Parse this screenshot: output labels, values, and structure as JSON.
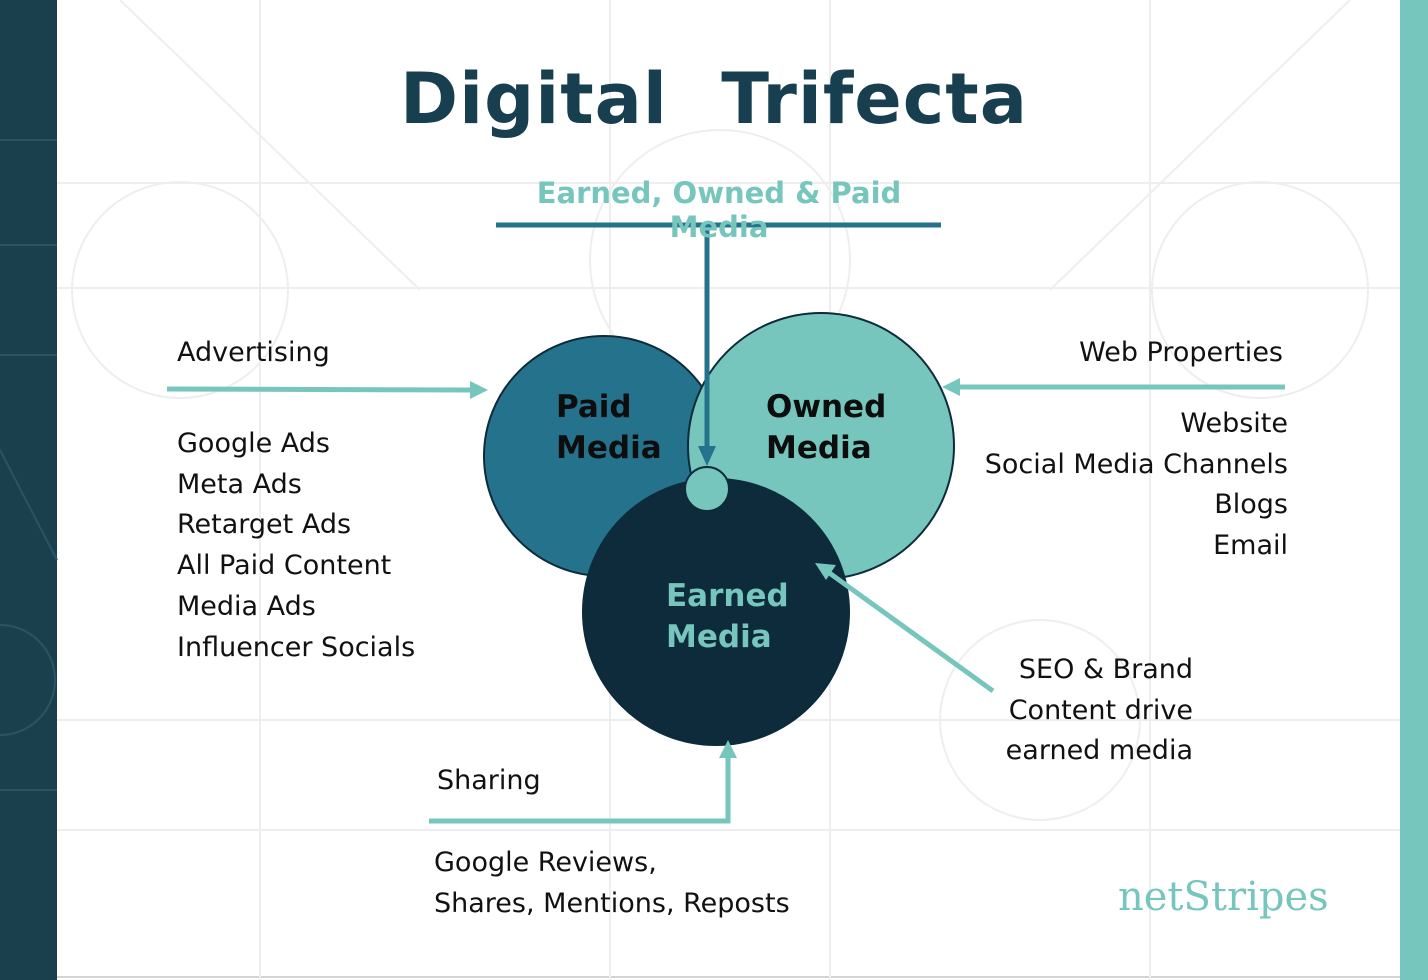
{
  "title": "Digital  Trifecta",
  "subtitle": "Earned, Owned & Paid Media",
  "paid": {
    "heading": "Advertising",
    "circle_label": [
      "Paid",
      "Media"
    ],
    "items": [
      "Google Ads",
      "Meta Ads",
      "Retarget Ads",
      "All Paid Content",
      "Media Ads",
      "Influencer Socials"
    ]
  },
  "owned": {
    "heading": "Web Properties",
    "circle_label": [
      "Owned",
      "Media"
    ],
    "items": [
      "Website",
      "Social Media Channels",
      "Blogs",
      "Email"
    ]
  },
  "earned": {
    "circle_label": [
      "Earned",
      "Media"
    ]
  },
  "sharing": {
    "heading": "Sharing",
    "items": [
      "Google Reviews,",
      "Shares, Mentions, Reposts"
    ]
  },
  "seo": {
    "lines": [
      "SEO & Brand",
      "Content drive",
      "earned media"
    ]
  },
  "logo": "netStripes",
  "colors": {
    "dark_navy": "#173f4f",
    "paid_blue": "#24728c",
    "owned_teal": "#77c6bd",
    "earned_dark": "#0d2b3a",
    "accent": "#77c6bd"
  }
}
